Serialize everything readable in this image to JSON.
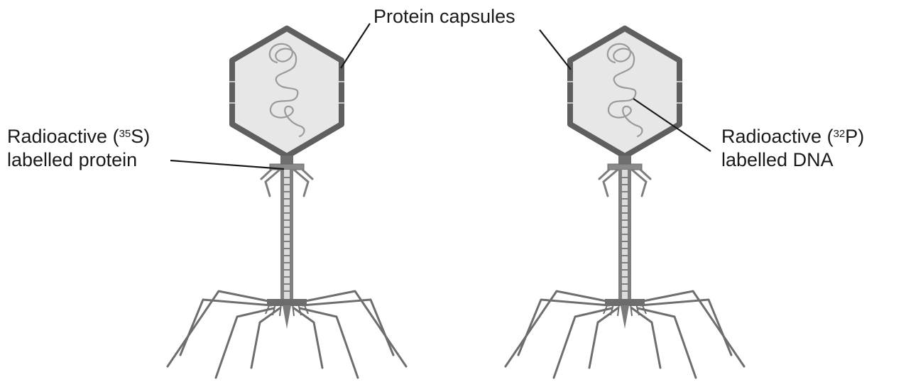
{
  "labels": {
    "capsules": "Protein capsules",
    "left_prefix": "Radioactive (",
    "left_isotope_mass": "35",
    "left_isotope_symbol": "S)",
    "left_line2": "labelled protein",
    "right_prefix": "Radioactive (",
    "right_isotope_mass": "32",
    "right_isotope_symbol": "P)",
    "right_line2": "labelled DNA"
  },
  "colors": {
    "capsid_edge": "#5f5f5f",
    "capsid_fill": "#e7e7e7",
    "dna": "#9a9a9a",
    "tail": "#7d7d7d",
    "leader": "#1a1a1a"
  }
}
